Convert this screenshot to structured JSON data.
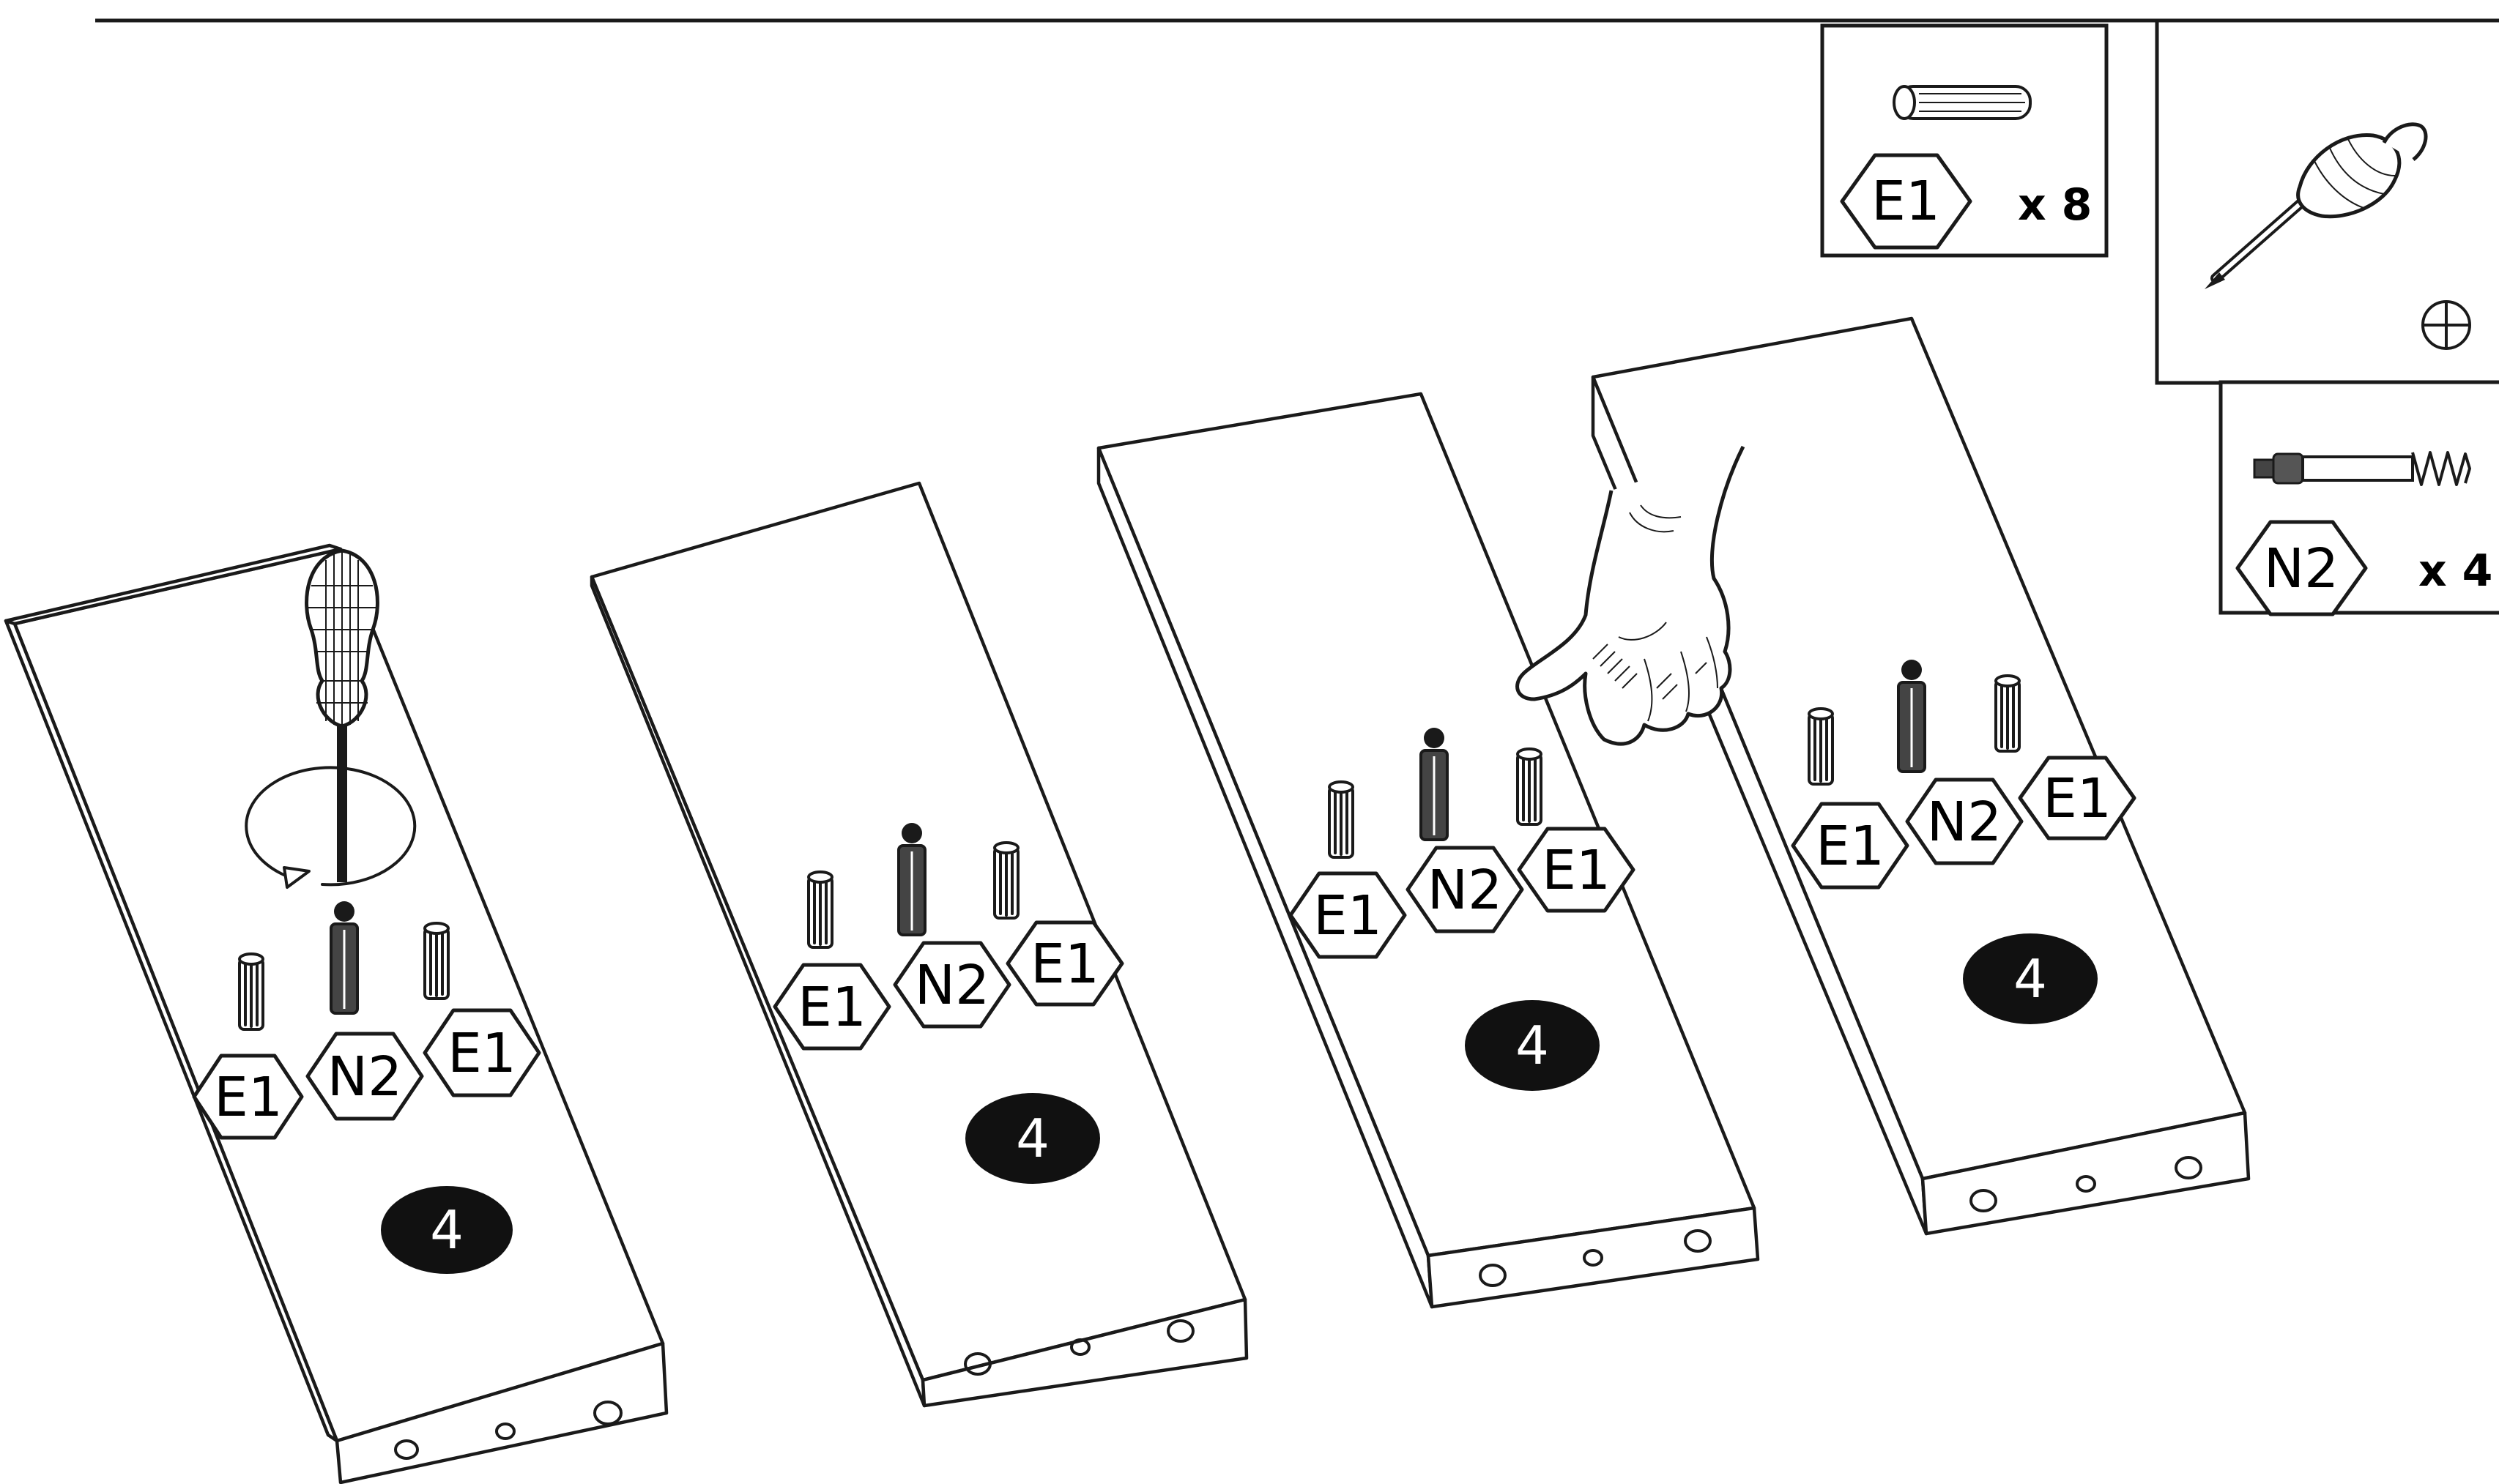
{
  "parts": {
    "dowel": {
      "code": "E1",
      "qty": "x 8"
    },
    "cam_bolt": {
      "code": "N2",
      "qty": "x 4"
    }
  },
  "tool": {
    "type": "phillips-screwdriver",
    "symbol": "⊕"
  },
  "panels": [
    {
      "labels": [
        "E1",
        "N2",
        "E1"
      ],
      "step": "4",
      "action": "screw-in"
    },
    {
      "labels": [
        "E1",
        "N2",
        "E1"
      ],
      "step": "4"
    },
    {
      "labels": [
        "E1",
        "N2",
        "E1"
      ],
      "step": "4",
      "action": "press-in"
    },
    {
      "labels": [
        "E1",
        "N2",
        "E1"
      ],
      "step": "4"
    }
  ],
  "colors": {
    "ink": "#1a1a1a",
    "paper": "#ffffff"
  }
}
